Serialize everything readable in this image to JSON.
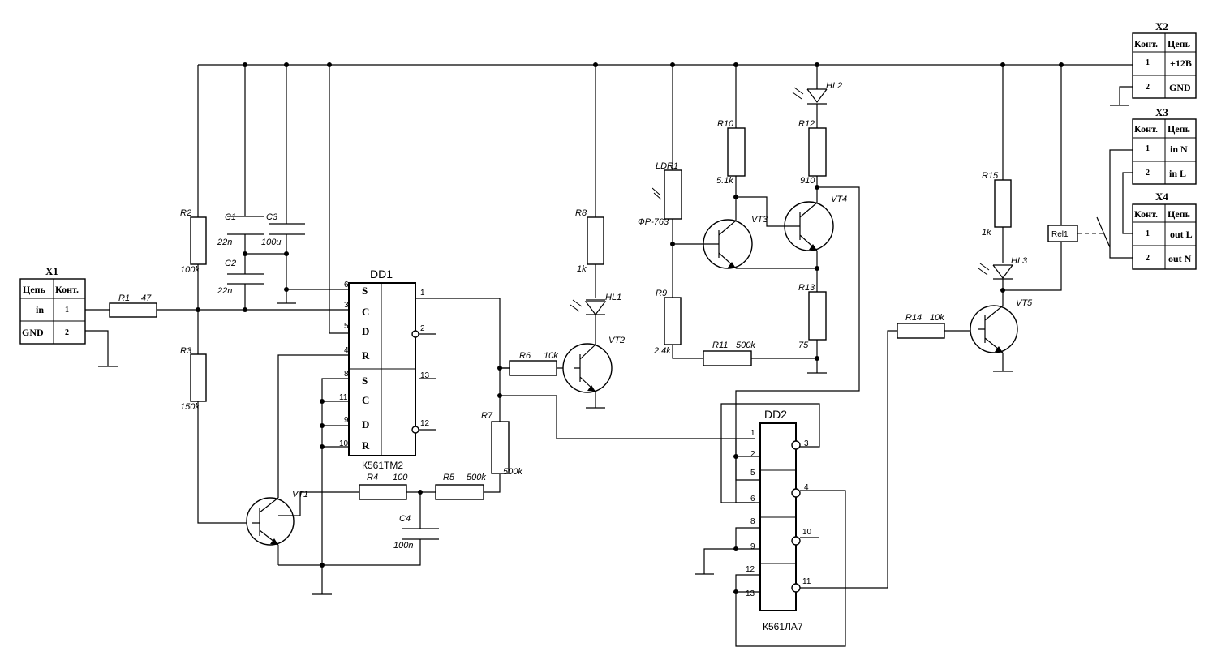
{
  "connectors": {
    "x1": {
      "title": "X1",
      "header": [
        "Цепь",
        "Конт."
      ],
      "rows": [
        [
          "in",
          "1"
        ],
        [
          "GND",
          "2"
        ]
      ]
    },
    "x2": {
      "title": "X2",
      "header": [
        "Конт.",
        "Цепь"
      ],
      "rows": [
        [
          "1",
          "+12В"
        ],
        [
          "2",
          "GND"
        ]
      ]
    },
    "x3": {
      "title": "X3",
      "header": [
        "Конт.",
        "Цепь"
      ],
      "rows": [
        [
          "1",
          "in N"
        ],
        [
          "2",
          "in L"
        ]
      ]
    },
    "x4": {
      "title": "X4",
      "header": [
        "Конт.",
        "Цепь"
      ],
      "rows": [
        [
          "1",
          "out L"
        ],
        [
          "2",
          "out N"
        ]
      ]
    }
  },
  "chips": {
    "dd1": {
      "name": "DD1",
      "part": "К561ТМ2",
      "inputs": [
        "S",
        "C",
        "D",
        "R",
        "S",
        "C",
        "D",
        "R"
      ],
      "in_pins": [
        "6",
        "3",
        "5",
        "4",
        "8",
        "11",
        "9",
        "10"
      ],
      "out_pins": [
        "1",
        "2",
        "13",
        "12"
      ]
    },
    "dd2": {
      "name": "DD2",
      "part": "К561ЛА7",
      "in_pins": [
        "1",
        "2",
        "5",
        "6",
        "8",
        "9",
        "12",
        "13"
      ],
      "out_pins": [
        "3",
        "4",
        "10",
        "11"
      ]
    }
  },
  "components": {
    "r1": {
      "ref": "R1",
      "value": "47"
    },
    "r2": {
      "ref": "R2",
      "value": "100k"
    },
    "r3": {
      "ref": "R3",
      "value": "150k"
    },
    "r4": {
      "ref": "R4",
      "value": "100"
    },
    "r5": {
      "ref": "R5",
      "value": "500k"
    },
    "r6": {
      "ref": "R6",
      "value": "10k"
    },
    "r7": {
      "ref": "R7",
      "value": "500k"
    },
    "r8": {
      "ref": "R8",
      "value": "1k"
    },
    "r9": {
      "ref": "R9",
      "value": "2.4k"
    },
    "r10": {
      "ref": "R10",
      "value": "5.1k"
    },
    "r11": {
      "ref": "R11",
      "value": "500k"
    },
    "r12": {
      "ref": "R12",
      "value": "910"
    },
    "r13": {
      "ref": "R13",
      "value": "75"
    },
    "r14": {
      "ref": "R14",
      "value": "10k"
    },
    "r15": {
      "ref": "R15",
      "value": "1k"
    },
    "c1": {
      "ref": "C1",
      "value": "22n"
    },
    "c2": {
      "ref": "C2",
      "value": "22n"
    },
    "c3": {
      "ref": "C3",
      "value": "100u"
    },
    "c4": {
      "ref": "C4",
      "value": "100n"
    },
    "ldr1": {
      "ref": "LDR1",
      "value": "ФР-763"
    },
    "hl1": {
      "ref": "HL1"
    },
    "hl2": {
      "ref": "HL2"
    },
    "hl3": {
      "ref": "HL3"
    },
    "vt1": {
      "ref": "VT1"
    },
    "vt2": {
      "ref": "VT2"
    },
    "vt3": {
      "ref": "VT3"
    },
    "vt4": {
      "ref": "VT4"
    },
    "vt5": {
      "ref": "VT5"
    },
    "rel1": {
      "ref": "Rel1"
    }
  }
}
